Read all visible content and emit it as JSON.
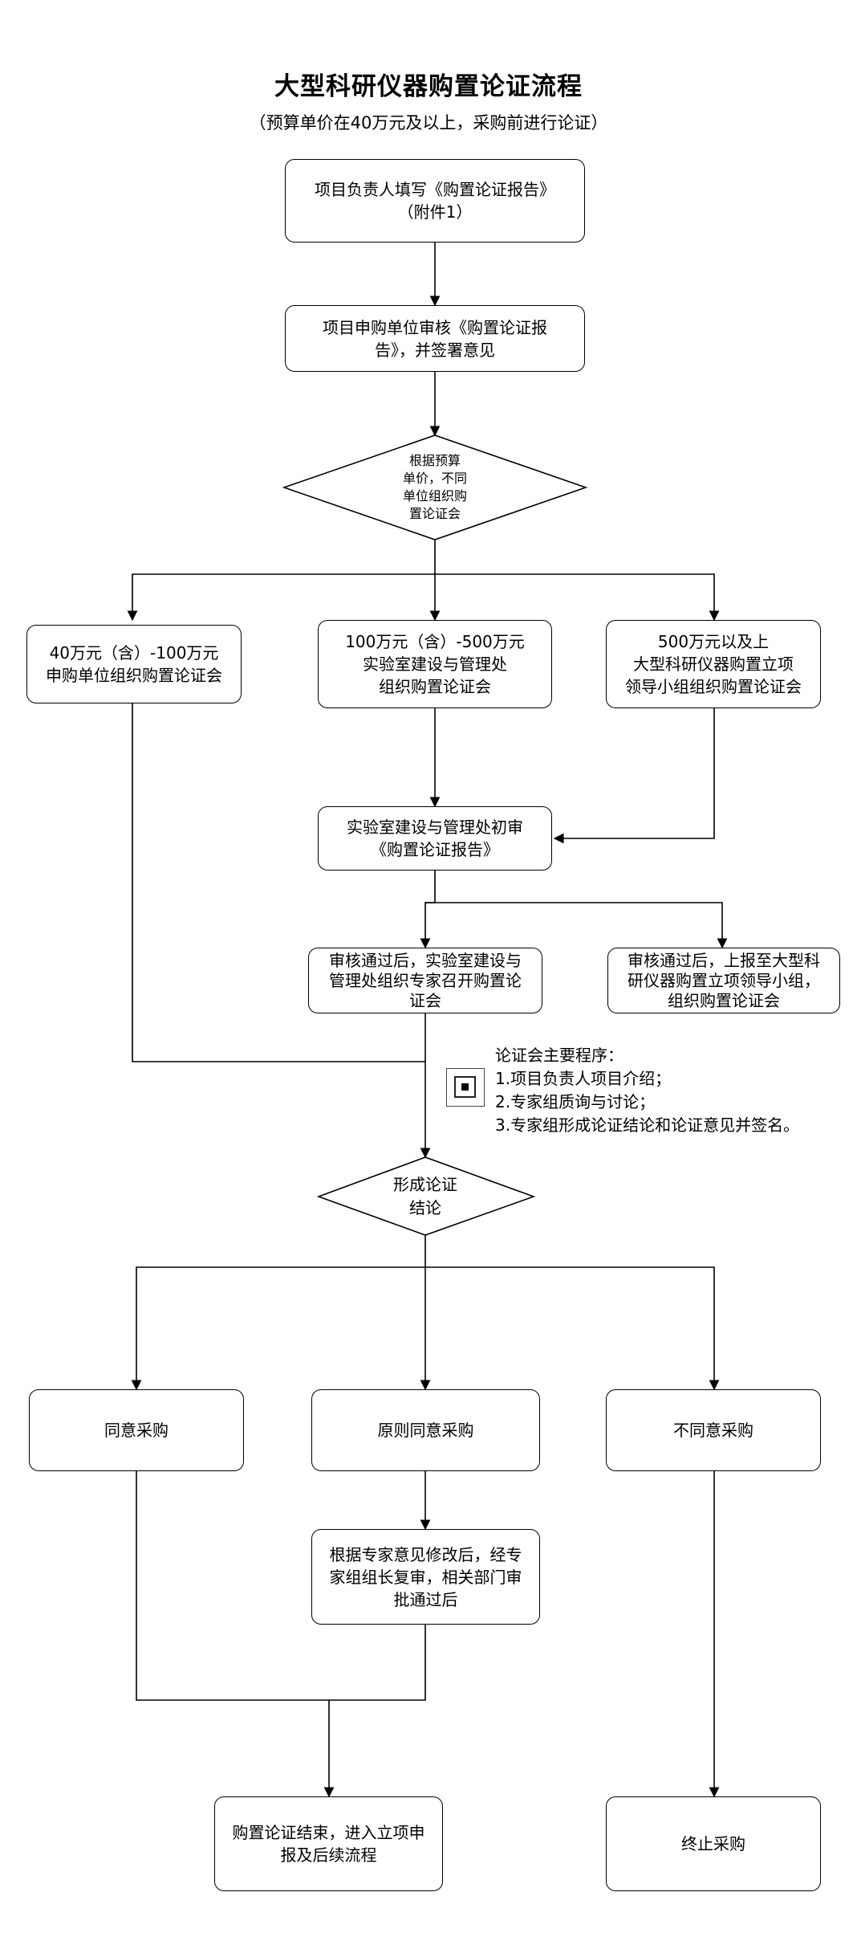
{
  "title": "大型科研仪器购置论证流程",
  "subtitle": "（预算单价在40万元及以上，采购前进行论证）",
  "nodes": {
    "fill_report": [
      "项目负责人填写《购置论证报告》",
      "（附件1）"
    ],
    "unit_review": [
      "项目申购单位审核《购置论证报",
      "告》，并签署意见"
    ],
    "decision_budget": [
      "根据预算",
      "单价，不同",
      "单位组织购",
      "置论证会"
    ],
    "range_40_100": [
      "40万元（含）-100万元",
      "申购单位组织购置论证会"
    ],
    "range_100_500": [
      "100万元（含）-500万元",
      "实验室建设与管理处",
      "组织购置论证会"
    ],
    "range_500_up": [
      "500万元以及上",
      "大型科研仪器购置立项",
      "领导小组组织购置论证会"
    ],
    "lab_preliminary_review": [
      "实验室建设与管理处初审",
      "《购置论证报告》"
    ],
    "expert_meeting": [
      "审核通过后，实验室建设与",
      "管理处组织专家召开购置论",
      "证会"
    ],
    "report_to_leaders": [
      "审核通过后，上报至大型科",
      "研仪器购置立项领导小组，",
      "组织购置论证会"
    ],
    "decision_conclusion": [
      "形成论证",
      "结论"
    ],
    "agree": [
      "同意采购"
    ],
    "agree_in_principle": [
      "原则同意采购"
    ],
    "disagree": [
      "不同意采购"
    ],
    "revise": [
      "根据专家意见修改后，经专",
      "家组组长复审，相关部门审",
      "批通过后"
    ],
    "end_proceed": [
      "购置论证结束，进入立项申",
      "报及后续流程"
    ],
    "terminate": [
      "终止采购"
    ]
  },
  "note": {
    "icon": "note-icon",
    "lines": [
      "论证会主要程序：",
      "1.项目负责人项目介绍；",
      "2.专家组质询与讨论；",
      "3.专家组形成论证结论和论证意见并签名。"
    ]
  }
}
